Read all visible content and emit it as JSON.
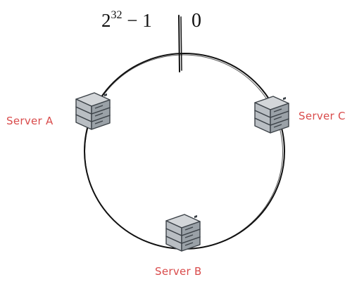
{
  "ring": {
    "max_label_base": "2",
    "max_label_exp": "32",
    "max_label_rest": " − 1",
    "zero_label": "0"
  },
  "servers": [
    {
      "label": "Server A"
    },
    {
      "label": "Server B"
    },
    {
      "label": "Server C"
    }
  ],
  "colors": {
    "ring": "#111111",
    "label": "#d94b4b",
    "server_top": "#d3d6d9",
    "server_front": "#9aa1a7",
    "server_stroke": "#3c4248"
  }
}
